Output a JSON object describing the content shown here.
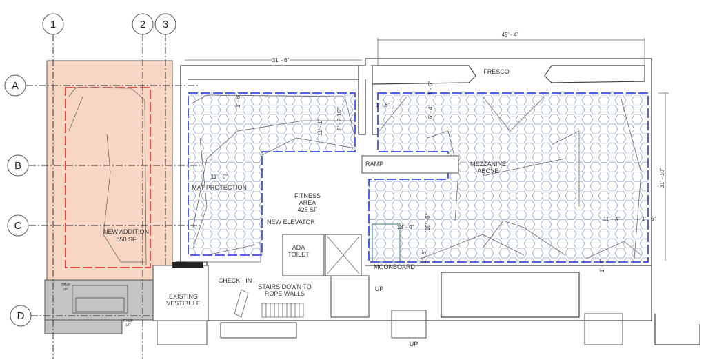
{
  "grid_bubbles": {
    "col_1": "1",
    "col_2": "2",
    "col_3": "3",
    "row_a": "A",
    "row_b": "B",
    "row_c": "C",
    "row_d": "D"
  },
  "rooms": {
    "new_addition": {
      "name": "NEW ADDITION",
      "area": "850 SF"
    },
    "fitness_area": {
      "line1": "FITNESS",
      "line2": "AREA",
      "area": "425 SF"
    },
    "ada_toilet": {
      "line1": "ADA",
      "line2": "TOILET"
    },
    "existing_vestibule": {
      "line1": "EXISTING",
      "line2": "VESTIBULE"
    },
    "check_in": "CHECK - IN",
    "moonboard": "MOONBOARD"
  },
  "annotations": {
    "fresco": "FRESCO",
    "ramp": "RAMP",
    "mezzanine": {
      "line1": "MEZZANINE",
      "line2": "ABOVE"
    },
    "mat_protection": "MAT PROTECTION",
    "new_elevator": "NEW ELEVATOR",
    "stairs": {
      "line1": "STAIRS DOWN TO",
      "line2": "ROPE WALLS"
    },
    "up_1": "UP",
    "up_2": "UP",
    "ramp_up_1": {
      "line1": "RAMP",
      "line2": "UP"
    },
    "ramp_up_2": {
      "line1": "RAMP",
      "line2": "UP"
    }
  },
  "dimensions": {
    "top_left": "31' - 6\"",
    "top_right": "49' - 4\"",
    "right_overall": "31' - 10\"",
    "mat_width": "11' - 0\"",
    "left_wall_height": "11' - 1\"",
    "left_inner": "8' - 2 1/2\"",
    "left_top_offset": "1' - 6\"",
    "right_top_offset_a": "1' - 6\"",
    "right_top_offset_b": "1' - 6\"",
    "right_mid": "6' - 4\"",
    "moonboard_width": "13' - 4\"",
    "moonboard_depth": "16' - 6\"",
    "moonboard_offset": "1' - 6\"",
    "right_lower": "11' - 4\"",
    "right_edge_offset": "1' - 6\"",
    "right_bottom_offset": "1' - 6\""
  },
  "colors": {
    "addition_fill": "#f8d6c4",
    "ramp_fill": "#c4c4c4",
    "hex": "#8aa0c8",
    "boundary": "#1a2ee0",
    "mat": "#6aa84f",
    "climb": "#2e7a6a",
    "red": "#e02020"
  }
}
